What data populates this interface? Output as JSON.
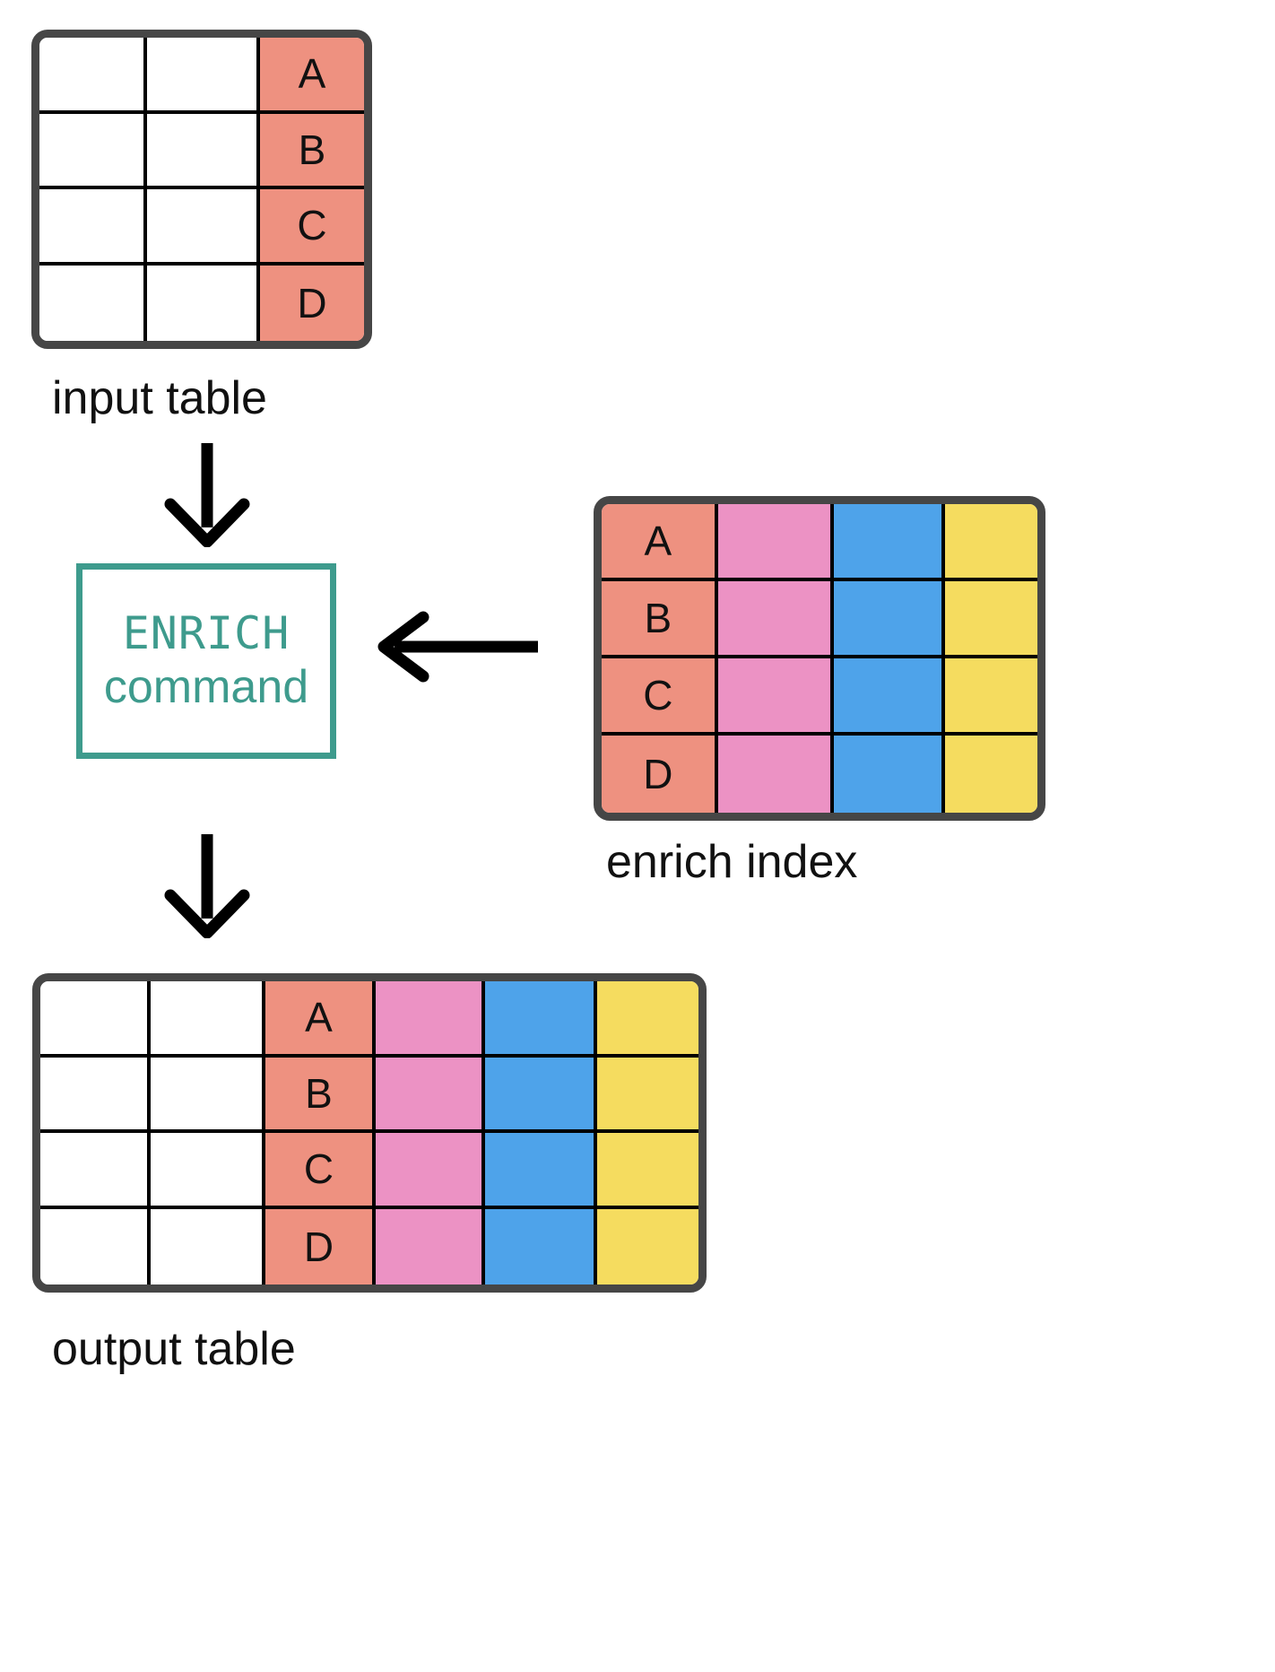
{
  "colors": {
    "key_orange": "#EE9180",
    "pink": "#EC92C4",
    "blue": "#4EA3EA",
    "yellow": "#F5DC5F",
    "white": "#FFFFFF",
    "frame_dark": "#464646",
    "grid_line": "#000000",
    "teal_accent": "#3E9B8D",
    "arrow_black": "#000000",
    "text_black": "#111111"
  },
  "input_table": {
    "caption": "input table",
    "columns": 3,
    "rows": [
      {
        "cells": [
          {
            "text": "",
            "fill": "white"
          },
          {
            "text": "",
            "fill": "white"
          },
          {
            "text": "A",
            "fill": "key_orange"
          }
        ]
      },
      {
        "cells": [
          {
            "text": "",
            "fill": "white"
          },
          {
            "text": "",
            "fill": "white"
          },
          {
            "text": "B",
            "fill": "key_orange"
          }
        ]
      },
      {
        "cells": [
          {
            "text": "",
            "fill": "white"
          },
          {
            "text": "",
            "fill": "white"
          },
          {
            "text": "C",
            "fill": "key_orange"
          }
        ]
      },
      {
        "cells": [
          {
            "text": "",
            "fill": "white"
          },
          {
            "text": "",
            "fill": "white"
          },
          {
            "text": "D",
            "fill": "key_orange"
          }
        ]
      }
    ]
  },
  "enrich_command": {
    "line1": "ENRICH",
    "line2": "command"
  },
  "enrich_index": {
    "caption": "enrich index",
    "columns": 4,
    "rows": [
      {
        "cells": [
          {
            "text": "A",
            "fill": "key_orange"
          },
          {
            "text": "",
            "fill": "pink"
          },
          {
            "text": "",
            "fill": "blue"
          },
          {
            "text": "",
            "fill": "yellow"
          }
        ]
      },
      {
        "cells": [
          {
            "text": "B",
            "fill": "key_orange"
          },
          {
            "text": "",
            "fill": "pink"
          },
          {
            "text": "",
            "fill": "blue"
          },
          {
            "text": "",
            "fill": "yellow"
          }
        ]
      },
      {
        "cells": [
          {
            "text": "C",
            "fill": "key_orange"
          },
          {
            "text": "",
            "fill": "pink"
          },
          {
            "text": "",
            "fill": "blue"
          },
          {
            "text": "",
            "fill": "yellow"
          }
        ]
      },
      {
        "cells": [
          {
            "text": "D",
            "fill": "key_orange"
          },
          {
            "text": "",
            "fill": "pink"
          },
          {
            "text": "",
            "fill": "blue"
          },
          {
            "text": "",
            "fill": "yellow"
          }
        ]
      }
    ]
  },
  "output_table": {
    "caption": "output table",
    "columns": 6,
    "rows": [
      {
        "cells": [
          {
            "text": "",
            "fill": "white"
          },
          {
            "text": "",
            "fill": "white"
          },
          {
            "text": "A",
            "fill": "key_orange"
          },
          {
            "text": "",
            "fill": "pink"
          },
          {
            "text": "",
            "fill": "blue"
          },
          {
            "text": "",
            "fill": "yellow"
          }
        ]
      },
      {
        "cells": [
          {
            "text": "",
            "fill": "white"
          },
          {
            "text": "",
            "fill": "white"
          },
          {
            "text": "B",
            "fill": "key_orange"
          },
          {
            "text": "",
            "fill": "pink"
          },
          {
            "text": "",
            "fill": "blue"
          },
          {
            "text": "",
            "fill": "yellow"
          }
        ]
      },
      {
        "cells": [
          {
            "text": "",
            "fill": "white"
          },
          {
            "text": "",
            "fill": "white"
          },
          {
            "text": "C",
            "fill": "key_orange"
          },
          {
            "text": "",
            "fill": "pink"
          },
          {
            "text": "",
            "fill": "blue"
          },
          {
            "text": "",
            "fill": "yellow"
          }
        ]
      },
      {
        "cells": [
          {
            "text": "",
            "fill": "white"
          },
          {
            "text": "",
            "fill": "white"
          },
          {
            "text": "D",
            "fill": "key_orange"
          },
          {
            "text": "",
            "fill": "pink"
          },
          {
            "text": "",
            "fill": "blue"
          },
          {
            "text": "",
            "fill": "yellow"
          }
        ]
      }
    ]
  },
  "arrows": [
    {
      "name": "input-to-command",
      "direction": "down"
    },
    {
      "name": "index-to-command",
      "direction": "left"
    },
    {
      "name": "command-to-output",
      "direction": "down"
    }
  ]
}
